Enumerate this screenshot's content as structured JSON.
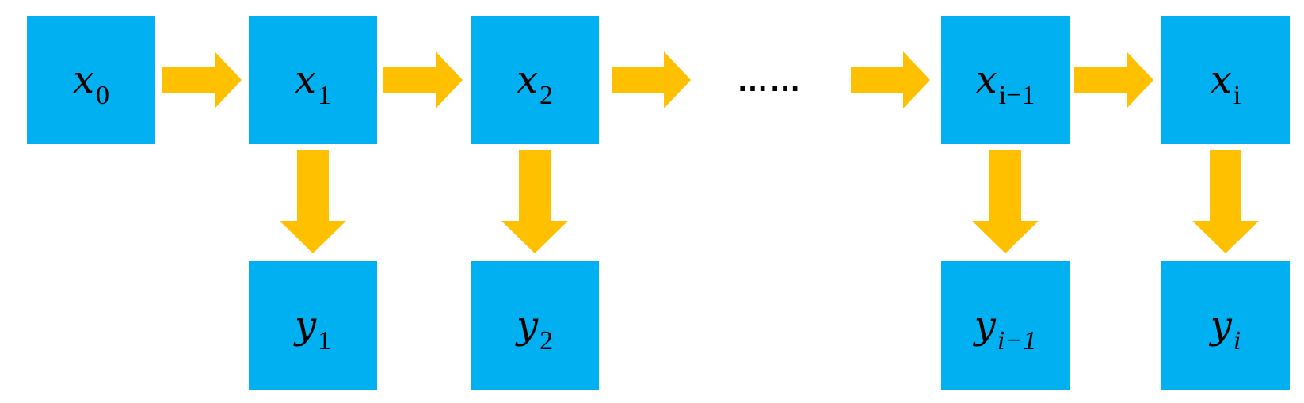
{
  "colors": {
    "node_fill": "#00B0F0",
    "arrow_fill": "#FFC000",
    "text": "#000000"
  },
  "top_row": [
    {
      "base": "x",
      "sub": "0",
      "sub_style": "upright"
    },
    {
      "base": "x",
      "sub": "1",
      "sub_style": "upright"
    },
    {
      "base": "x",
      "sub": "2",
      "sub_style": "upright"
    },
    {
      "base": "x",
      "sub": "i−1",
      "sub_style": "upright"
    },
    {
      "base": "x",
      "sub": "i",
      "sub_style": "upright"
    }
  ],
  "bottom_row": [
    {
      "base": "y",
      "sub": "1",
      "sub_style": "upright"
    },
    {
      "base": "y",
      "sub": "2",
      "sub_style": "upright"
    },
    {
      "base": "y",
      "sub": "i−1",
      "sub_style": "italic"
    },
    {
      "base": "y",
      "sub": "i",
      "sub_style": "italic"
    }
  ],
  "ellipsis": "……"
}
